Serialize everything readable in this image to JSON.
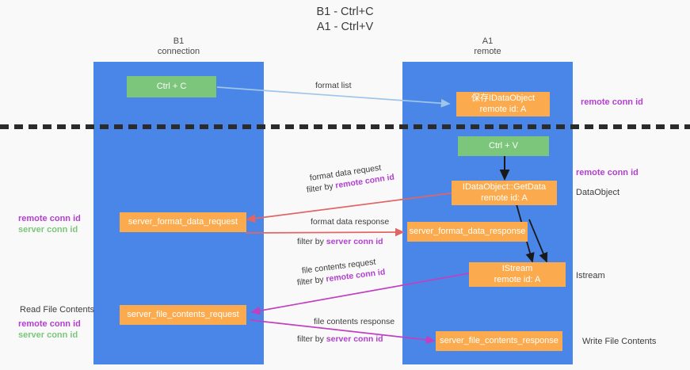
{
  "title": {
    "line1": "B1 - Ctrl+C",
    "line2": "A1 - Ctrl+V"
  },
  "columns": [
    {
      "id": "b1",
      "name": "B1",
      "role": "connection"
    },
    {
      "id": "a1",
      "name": "A1",
      "role": "remote"
    }
  ],
  "nodes": {
    "ctrl_c": {
      "line1": "Ctrl + C",
      "line2": ""
    },
    "save_idataobject": {
      "line1": "保存IDataObject",
      "line2": "remote id: A"
    },
    "ctrl_v": {
      "line1": "Ctrl + V",
      "line2": ""
    },
    "idataobject_getdata": {
      "line1": "IDataObject::GetData",
      "line2": "remote id: A"
    },
    "server_format_data_request": {
      "line1": "server_format_data_request",
      "line2": ""
    },
    "server_format_data_response": {
      "line1": "server_format_data_response",
      "line2": ""
    },
    "istream": {
      "line1": "IStream",
      "line2": "remote id: A"
    },
    "server_file_contents_request": {
      "line1": "server_file_contents_request",
      "line2": ""
    },
    "server_file_contents_response": {
      "line1": "server_file_contents_response",
      "line2": ""
    }
  },
  "edge_labels": {
    "format_list": "format list",
    "format_data_request": "format data request",
    "format_data_request_filter_prefix": "filter by ",
    "format_data_request_filter_key": "remote conn id",
    "format_data_response": "format data response",
    "format_data_response_filter_prefix": "filter by ",
    "format_data_response_filter_key": "server conn id",
    "file_contents_request": "file contents request",
    "file_contents_request_filter_prefix": "filter by ",
    "file_contents_request_filter_key": "remote conn id",
    "file_contents_response": "file contents response",
    "file_contents_response_filter_prefix": "filter by ",
    "file_contents_response_filter_key": "server conn id"
  },
  "right_labels": {
    "remote_conn_id_top": "remote conn id",
    "remote_conn_id_mid": "remote conn id",
    "dataobject": "DataObject",
    "istream": "Istream",
    "write_file_contents": "Write File Contents"
  },
  "left_labels": {
    "remote_conn_id_1": "remote conn id",
    "server_conn_id_1": "server conn id",
    "read_file_contents": "Read File Contents",
    "remote_conn_id_2": "remote conn id",
    "server_conn_id_2": "server conn id"
  },
  "colors": {
    "lane": "#4a86e8",
    "green_node": "#7bc67b",
    "orange_node": "#fbab4e",
    "remote_conn_id": "#b23fd0",
    "server_conn_id": "#7bc67b",
    "arrow_blue": "#9fc5e8",
    "arrow_red": "#e06666",
    "arrow_magenta": "#c040c0",
    "arrow_black": "#1a1a1a",
    "divider": "#2b2b2b",
    "background": "#f9f9f9"
  }
}
